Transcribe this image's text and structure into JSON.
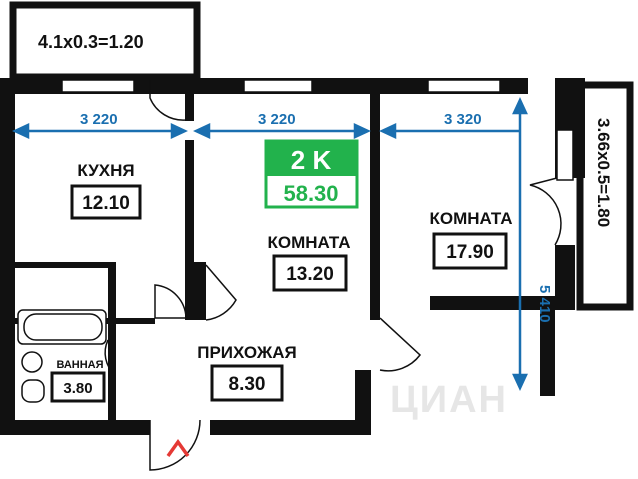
{
  "plan": {
    "badge": {
      "type": "2 K",
      "total_area": "58.30",
      "color": "#22b24c"
    },
    "accent_color": "#1a6fb0",
    "balconies": [
      {
        "label": "4.1x0.3=1.20"
      },
      {
        "label": "3.66x0.5=1.80"
      }
    ],
    "rooms": {
      "kitchen": {
        "name": "КУХНЯ",
        "area": "12.10"
      },
      "room1": {
        "name": "КОМНАТА",
        "area": "13.20"
      },
      "room2": {
        "name": "КОМНАТА",
        "area": "17.90"
      },
      "hall": {
        "name": "ПРИХОЖАЯ",
        "area": "8.30"
      },
      "bath": {
        "name": "ВАННАЯ",
        "area": "3.80"
      }
    },
    "dimensions": {
      "kitchen_width": "3 220",
      "room1_width": "3 220",
      "room2_width": "3 320",
      "room2_depth": "5 410"
    },
    "watermark": "ЦИАН"
  }
}
